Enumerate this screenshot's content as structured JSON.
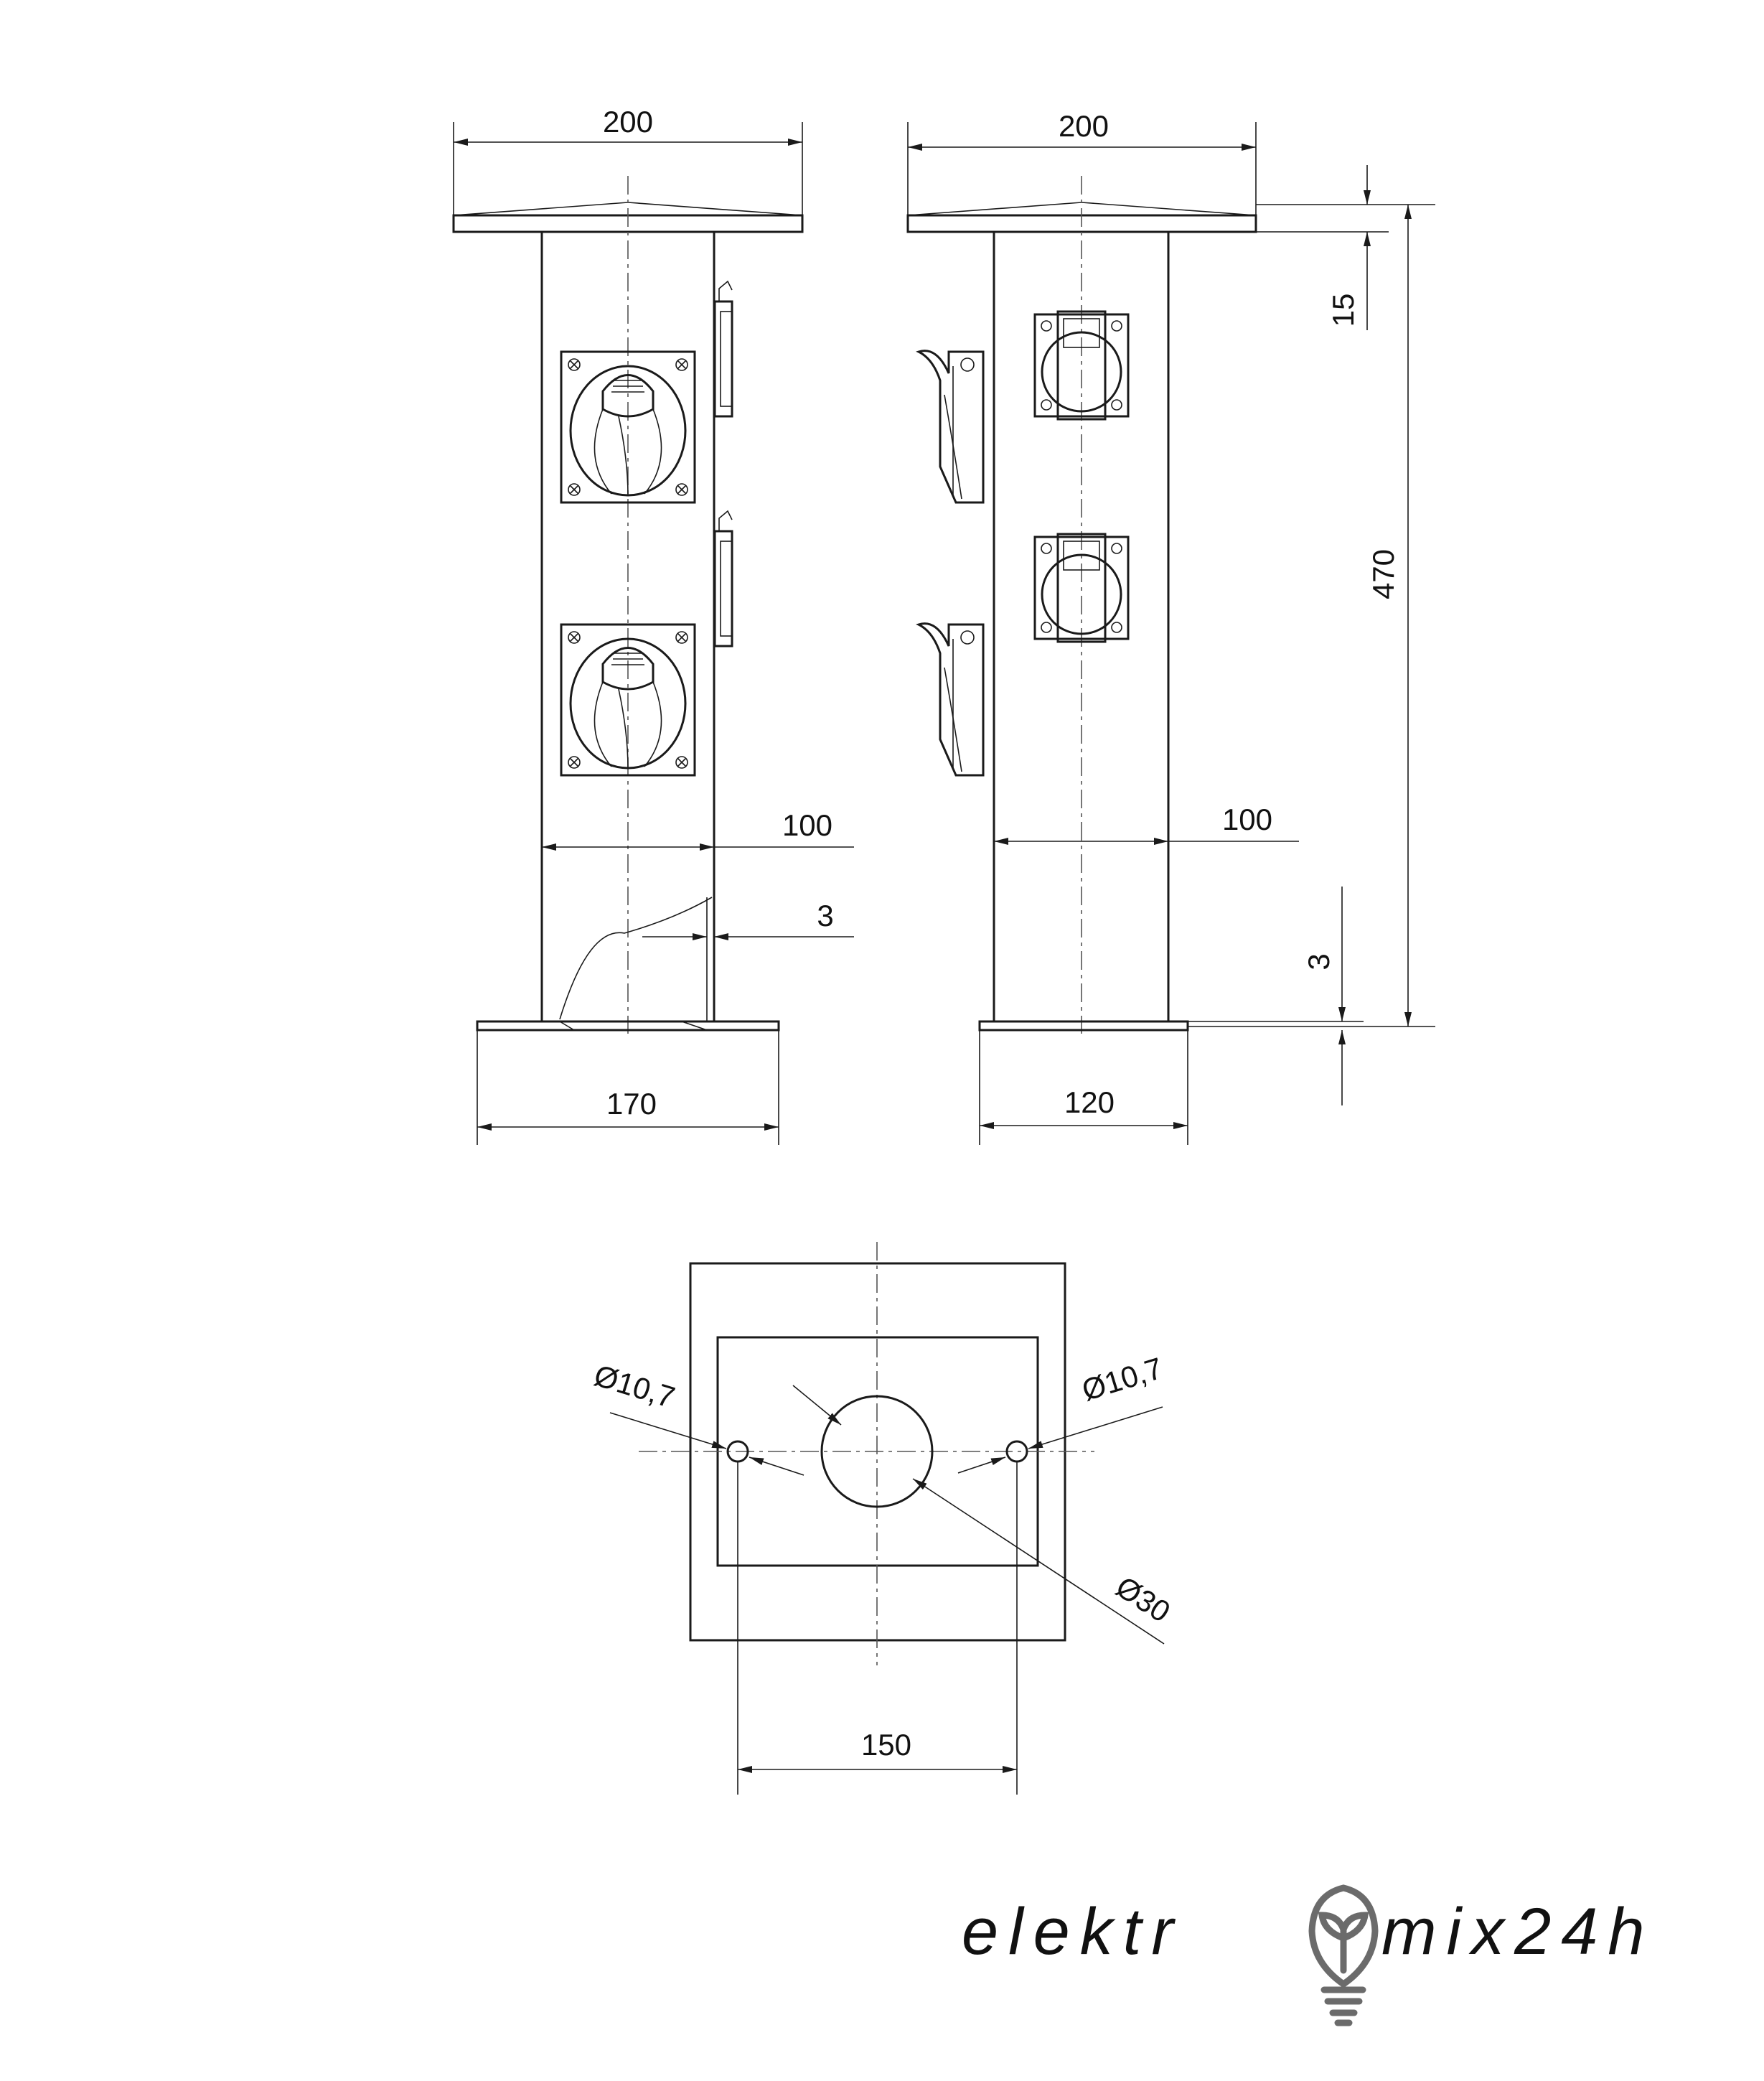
{
  "front_view": {
    "width_top": "200",
    "width_pillar": "100",
    "wall_thickness": "3",
    "width_base": "170"
  },
  "side_view": {
    "width_top": "200",
    "width_pillar": "100",
    "width_base": "120",
    "cap_height": "15",
    "total_height": "470",
    "base_thickness": "3"
  },
  "base_plate": {
    "hole_left": "Ø10,7",
    "hole_right": "Ø10,7",
    "center_hole": "Ø30",
    "hole_spacing": "150"
  },
  "logo": {
    "left": "elektr",
    "right": "mix24h"
  },
  "colors": {
    "line": "#1a1a1a",
    "logo": "#6b6b6b"
  }
}
